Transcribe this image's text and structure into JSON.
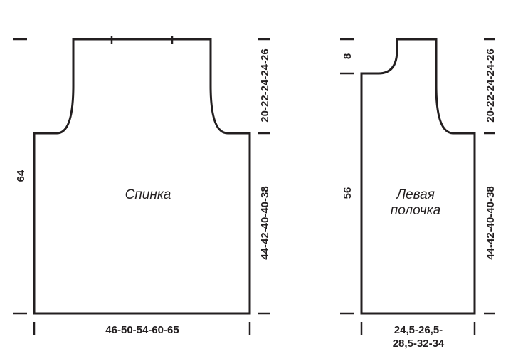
{
  "back": {
    "label": "Спинка",
    "height": "64",
    "armhole": "20-22-24-24-26",
    "side": "44-42-40-40-38",
    "width": "46-50-54-60-65"
  },
  "front": {
    "label_line1": "Левая",
    "label_line2": "полочка",
    "neck": "8",
    "height": "56",
    "armhole": "20-22-24-24-26",
    "side": "44-42-40-40-38",
    "width_line1": "24,5-26,5-",
    "width_line2": "28,5-32-34"
  }
}
